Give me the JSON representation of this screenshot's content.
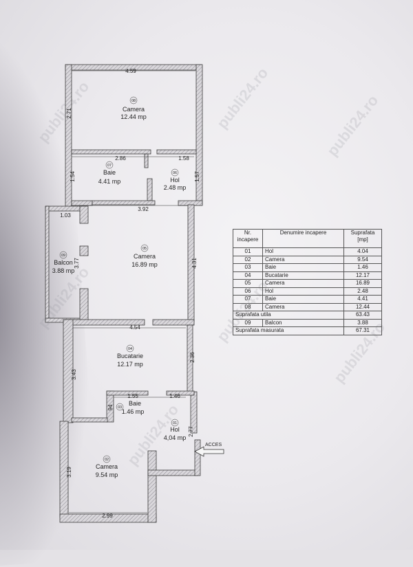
{
  "watermark": "publi24.ro",
  "rooms": [
    {
      "nr": "08",
      "name": "Camera",
      "area": "12.44 mp"
    },
    {
      "nr": "07",
      "name": "Baie",
      "area": "4.41 mp"
    },
    {
      "nr": "06",
      "name": "Hol",
      "area": "2.48 mp"
    },
    {
      "nr": "05",
      "name": "Camera",
      "area": "16.89 mp"
    },
    {
      "nr": "09",
      "name": "Balcon",
      "area": "3.88 mp"
    },
    {
      "nr": "04",
      "name": "Bucatarie",
      "area": "12.17 mp"
    },
    {
      "nr": "03",
      "name": "Baie",
      "area": "1.46 mp"
    },
    {
      "nr": "01",
      "name": "Hol",
      "area": "4,04 mp"
    },
    {
      "nr": "02",
      "name": "Camera",
      "area": "9.54 mp"
    }
  ],
  "dimensions": {
    "top_width": "4.59",
    "cam08_height": "2.71",
    "baie07_width": "2.86",
    "hol06_width": "1.58",
    "baie07_height": "1.54",
    "hol06_height": "1.57",
    "cam05_width": "3.92",
    "balcon_width": "1.03",
    "cam05_height": "4.31",
    "balcon_height": "3.77",
    "buc_width": "4.54",
    "buc_height": "3.43",
    "buc_right_height": "2.36",
    "baie03_width": "1.55",
    "baie03_right": "1.46",
    "baie03_height": "94",
    "hol01_height": "2.77",
    "cam02_height": "3.19",
    "cam02_width": "2.99"
  },
  "access_label": "ACCES",
  "table": {
    "headers": [
      "Nr. incapere",
      "Denumire incapere",
      "Suprafata [mp]"
    ],
    "rows": [
      [
        "01",
        "Hol",
        "4.04"
      ],
      [
        "02",
        "Camera",
        "9.54"
      ],
      [
        "03",
        "Baie",
        "1.46"
      ],
      [
        "04",
        "Bucatarie",
        "12.17"
      ],
      [
        "05",
        "Camera",
        "16.89"
      ],
      [
        "06",
        "Hol",
        "2.48"
      ],
      [
        "07",
        "Baie",
        "4.41"
      ],
      [
        "08",
        "Camera",
        "12.44"
      ]
    ],
    "utila_label": "Suprafata utila",
    "utila_value": "63.43",
    "balcon_row": [
      "09",
      "Balcon",
      "3.88"
    ],
    "masurata_label": "Suprafata masurata",
    "masurata_value": "67.31"
  }
}
